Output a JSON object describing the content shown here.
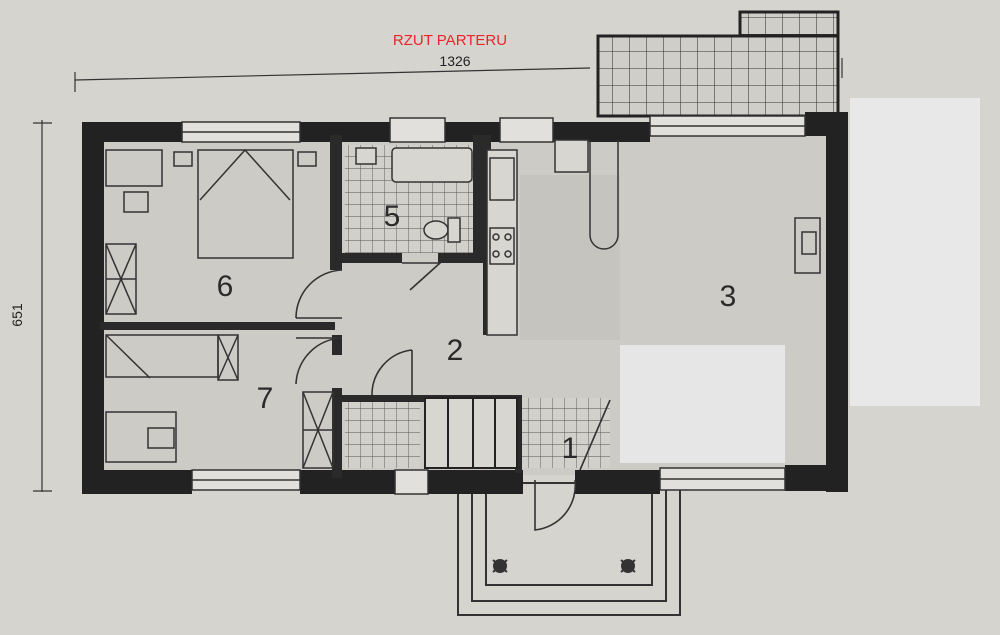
{
  "plan": {
    "title": "RZUT PARTERU",
    "width_label": "1326",
    "depth_label": "651",
    "rooms": {
      "r1": "1",
      "r2": "2",
      "r3": "3",
      "r5": "5",
      "r6": "6",
      "r7": "7"
    }
  },
  "colors": {
    "title": "#e8262a",
    "wall": "#222222",
    "paper": "#d6d4cf",
    "floor": "#cbc9c4"
  }
}
